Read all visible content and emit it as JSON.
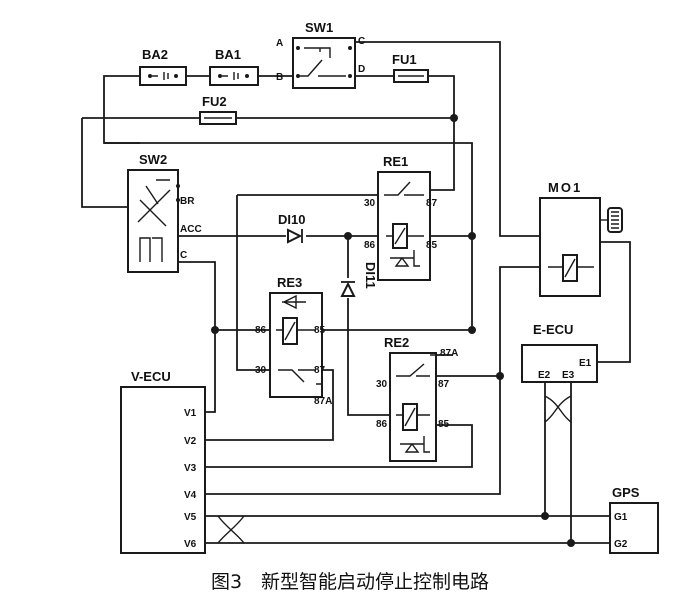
{
  "caption": "图3　新型智能启动停止控制电路",
  "components": {
    "ba2": "BA2",
    "ba1": "BA1",
    "sw1": "SW1",
    "fu1": "FU1",
    "fu2": "FU2",
    "sw2": "SW2",
    "re1": "RE1",
    "re2": "RE2",
    "re3": "RE3",
    "di10": "DI10",
    "di11": "DI11",
    "mo1": "MO1",
    "eecu": "E-ECU",
    "vecu": "V-ECU",
    "gps": "GPS"
  },
  "pins": {
    "sw1_a": "A",
    "sw1_b": "B",
    "sw1_c": "C",
    "sw1_d": "D",
    "sw2_br": "BR",
    "sw2_acc": "ACC",
    "sw2_c": "C",
    "re1_30": "30",
    "re1_87": "87",
    "re1_86": "86",
    "re1_85": "85",
    "re3_86": "86",
    "re3_85": "85",
    "re3_30": "30",
    "re3_87": "87",
    "re3_87a": "87A",
    "re2_30": "30",
    "re2_87": "87",
    "re2_87a": "87A",
    "re2_86": "86",
    "re2_85": "85",
    "eecu_e1": "E1",
    "eecu_e2": "E2",
    "eecu_e3": "E3",
    "v1": "V1",
    "v2": "V2",
    "v3": "V3",
    "v4": "V4",
    "v5": "V5",
    "v6": "V6",
    "gps_g1": "G1",
    "gps_g2": "G2"
  }
}
